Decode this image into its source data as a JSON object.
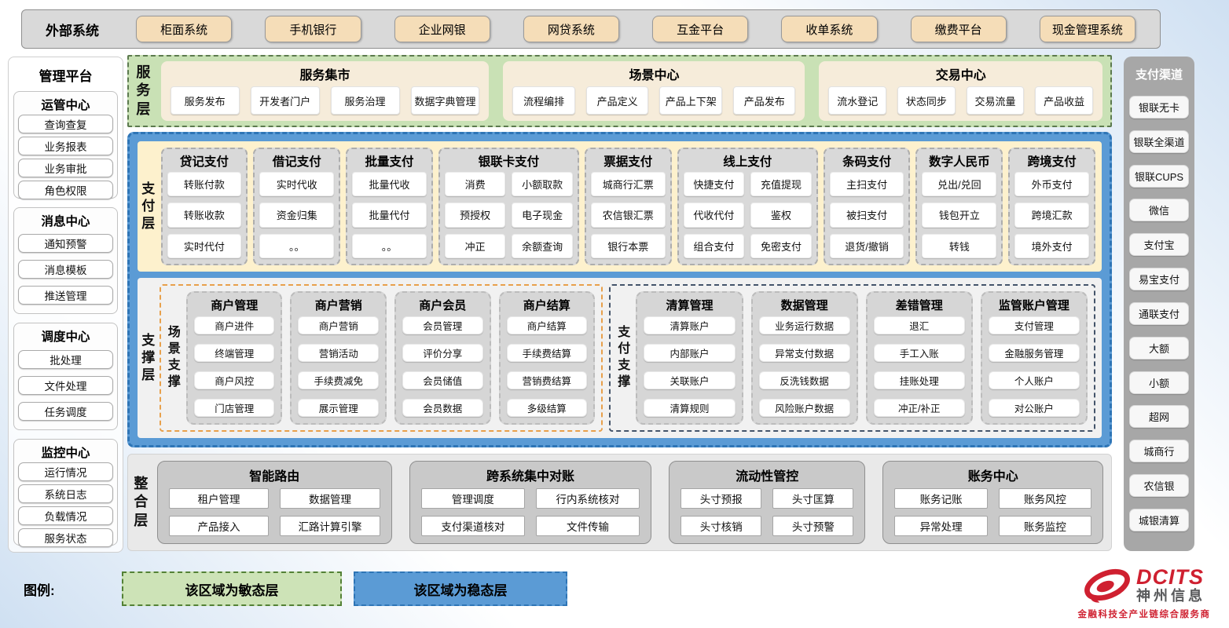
{
  "external": {
    "label": "外部系统",
    "items": [
      "柜面系统",
      "手机银行",
      "企业网银",
      "网贷系统",
      "互金平台",
      "收单系统",
      "缴费平台",
      "现金管理系统"
    ]
  },
  "management": {
    "title": "管理平台",
    "groups": [
      {
        "title": "运管中心",
        "items": [
          "查询查复",
          "业务报表",
          "业务审批",
          "角色权限"
        ]
      },
      {
        "title": "消息中心",
        "items": [
          "通知预警",
          "消息模板",
          "推送管理"
        ]
      },
      {
        "title": "调度中心",
        "items": [
          "批处理",
          "文件处理",
          "任务调度"
        ]
      },
      {
        "title": "监控中心",
        "items": [
          "运行情况",
          "系统日志",
          "负载情况",
          "服务状态"
        ]
      }
    ]
  },
  "service_layer": {
    "label": "服务层",
    "groups": [
      {
        "title": "服务集市",
        "items": [
          "服务发布",
          "开发者门户",
          "服务治理",
          "数据字典管理"
        ]
      },
      {
        "title": "场景中心",
        "items": [
          "流程编排",
          "产品定义",
          "产品上下架",
          "产品发布"
        ]
      },
      {
        "title": "交易中心",
        "items": [
          "流水登记",
          "状态同步",
          "交易流量",
          "产品收益"
        ]
      }
    ]
  },
  "payment_layer": {
    "label": "支付层",
    "groups": [
      {
        "title": "贷记支付",
        "cols": 1,
        "items": [
          "转账付款",
          "转账收款",
          "实时代付"
        ]
      },
      {
        "title": "借记支付",
        "cols": 1,
        "items": [
          "实时代收",
          "资金归集",
          "。。"
        ]
      },
      {
        "title": "批量支付",
        "cols": 1,
        "items": [
          "批量代收",
          "批量代付",
          "。。"
        ]
      },
      {
        "title": "银联卡支付",
        "cols": 2,
        "items": [
          "消费",
          "小额取款",
          "预授权",
          "电子现金",
          "冲正",
          "余额查询"
        ]
      },
      {
        "title": "票据支付",
        "cols": 1,
        "items": [
          "城商行汇票",
          "农信银汇票",
          "银行本票"
        ]
      },
      {
        "title": "线上支付",
        "cols": 2,
        "items": [
          "快捷支付",
          "充值提现",
          "代收代付",
          "鉴权",
          "组合支付",
          "免密支付"
        ]
      },
      {
        "title": "条码支付",
        "cols": 1,
        "items": [
          "主扫支付",
          "被扫支付",
          "退货/撤销"
        ]
      },
      {
        "title": "数字人民币",
        "cols": 1,
        "items": [
          "兑出/兑回",
          "钱包开立",
          "转钱"
        ]
      },
      {
        "title": "跨境支付",
        "cols": 1,
        "items": [
          "外币支付",
          "跨境汇款",
          "境外支付"
        ]
      }
    ]
  },
  "support_layer": {
    "label": "支撑层",
    "sections": [
      {
        "label": "场景支撑",
        "kind": "scene",
        "groups": [
          {
            "title": "商户管理",
            "items": [
              "商户进件",
              "终端管理",
              "商户风控",
              "门店管理"
            ]
          },
          {
            "title": "商户营销",
            "items": [
              "商户营销",
              "营销活动",
              "手续费减免",
              "展示管理"
            ]
          },
          {
            "title": "商户会员",
            "items": [
              "会员管理",
              "评价分享",
              "会员储值",
              "会员数据"
            ]
          },
          {
            "title": "商户结算",
            "items": [
              "商户结算",
              "手续费结算",
              "营销费结算",
              "多级结算"
            ]
          }
        ]
      },
      {
        "label": "支付支撑",
        "kind": "payment",
        "groups": [
          {
            "title": "清算管理",
            "items": [
              "清算账户",
              "内部账户",
              "关联账户",
              "清算规则"
            ]
          },
          {
            "title": "数据管理",
            "items": [
              "业务运行数据",
              "异常支付数据",
              "反洗钱数据",
              "风险账户数据"
            ]
          },
          {
            "title": "差错管理",
            "items": [
              "退汇",
              "手工入账",
              "挂账处理",
              "冲正/补正"
            ]
          },
          {
            "title": "监管账户管理",
            "items": [
              "支付管理",
              "金融服务管理",
              "个人账户",
              "对公账户"
            ]
          }
        ]
      }
    ]
  },
  "integration_layer": {
    "label": "整合层",
    "groups": [
      {
        "title": "智能路由",
        "items": [
          "租户管理",
          "数据管理",
          "产品接入",
          "汇路计算引擎"
        ]
      },
      {
        "title": "跨系统集中对账",
        "items": [
          "管理调度",
          "行内系统核对",
          "支付渠道核对",
          "文件传输"
        ]
      },
      {
        "title": "流动性管控",
        "items": [
          "头寸预报",
          "头寸匡算",
          "头寸核销",
          "头寸预警"
        ]
      },
      {
        "title": "账务中心",
        "items": [
          "账务记账",
          "账务风控",
          "异常处理",
          "账务监控"
        ]
      }
    ]
  },
  "channels": {
    "title": "支付渠道",
    "items": [
      "银联无卡",
      "银联全渠道",
      "银联CUPS",
      "微信",
      "支付宝",
      "易宝支付",
      "通联支付",
      "大额",
      "小额",
      "超网",
      "城商行",
      "农信银",
      "城银清算"
    ]
  },
  "legend": {
    "label": "图例:",
    "items": [
      {
        "text": "该区域为敏态层",
        "color": "#cde3b7"
      },
      {
        "text": "该区域为稳态层",
        "color": "#5b9bd5"
      }
    ]
  },
  "logo": {
    "brand": "DCITS",
    "name": "神州信息",
    "tagline": "金融科技全产业链综合服务商"
  },
  "colors": {
    "agile_green": "#c9e1b5",
    "stable_blue": "#5b9bd5",
    "external_tan": "#f5ddb8",
    "panel_gray": "#d9d9d9",
    "channel_gray": "#a7a7a7",
    "brand_red": "#cf2030"
  }
}
